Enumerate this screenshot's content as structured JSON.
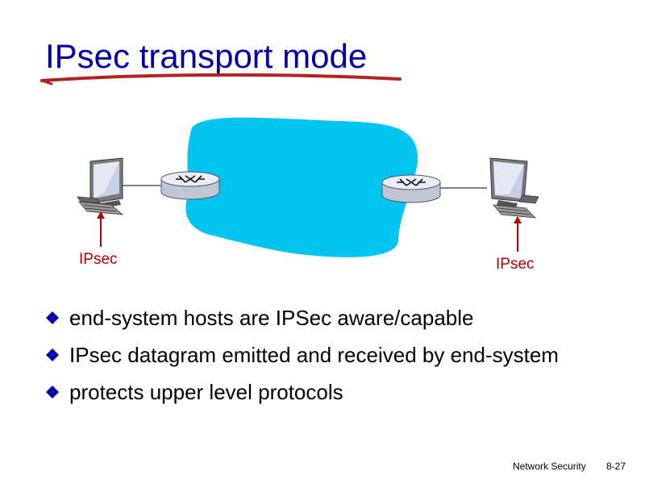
{
  "slide": {
    "title": "IPsec transport mode"
  },
  "diagram": {
    "left_label": "IPsec",
    "right_label": "IPsec"
  },
  "bullets": [
    {
      "text": "end-system hosts are IPSec aware/capable"
    },
    {
      "text": "IPsec datagram emitted and received by end-system"
    },
    {
      "text": "protects upper level protocols"
    }
  ],
  "footer": {
    "course": "Network Security",
    "page": "8-27"
  },
  "colors": {
    "title": "#0000a6",
    "underline": "#b22222",
    "cloud": "#00c4f0",
    "label": "#b00000"
  }
}
